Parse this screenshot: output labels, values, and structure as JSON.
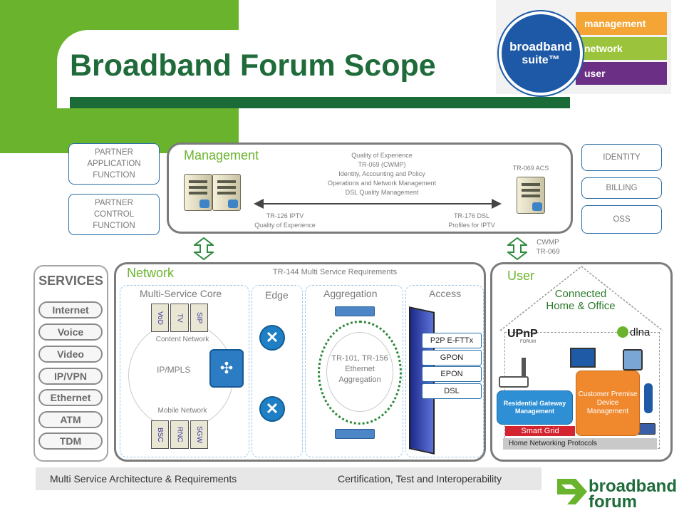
{
  "title": "Broadband Forum Scope",
  "logo_suite": {
    "circle_line1": "broadband",
    "circle_line2": "suite™",
    "bands": [
      "management",
      "network",
      "user"
    ]
  },
  "left_pills": [
    "PARTNER APPLICATION FUNCTION",
    "PARTNER CONTROL FUNCTION"
  ],
  "right_pills": [
    "IDENTITY",
    "BILLING",
    "OSS"
  ],
  "management": {
    "label": "Management",
    "center_text": [
      "Quality of Experience",
      "TR-069 (CWMP)",
      "Identity, Accounting and Policy",
      "Operations and Network Management",
      "DSL Quality Management"
    ],
    "acs_label": "TR-069 ACS",
    "left_note": [
      "TR-126 IPTV",
      "Quality of Experience"
    ],
    "right_note": [
      "TR-176 DSL",
      "Profiles for IPTV"
    ]
  },
  "cwmp_label": [
    "CWMP",
    "TR-069"
  ],
  "services": {
    "title": "SERVICES",
    "items": [
      "Internet",
      "Voice",
      "Video",
      "IP/VPN",
      "Ethernet",
      "ATM",
      "TDM"
    ]
  },
  "network": {
    "label": "Network",
    "requirements": "TR-144  Multi Service Requirements",
    "columns": [
      "Multi-Service Core",
      "Edge",
      "Aggregation",
      "Access"
    ],
    "core_top_items": [
      "VoD",
      "TV",
      "SIP"
    ],
    "content_network": "Content Network",
    "ip_mpls": "IP/MPLS",
    "mobile_network": "Mobile Network",
    "core_bottom_items": [
      "BSC",
      "RNC",
      "SGW"
    ],
    "aggregation_text": [
      "TR-101, TR-156",
      "Ethernet",
      "Aggregation"
    ],
    "access_items": [
      "P2P E-FTTx",
      "GPON",
      "EPON",
      "DSL"
    ]
  },
  "user": {
    "label": "User",
    "house_label": [
      "Connected",
      "Home & Office"
    ],
    "upnp": "UPnP",
    "upnp_sub": "FORUM",
    "dlna": "dlna",
    "rg": "Residential Gateway Management",
    "cpe": "Customer Premise Device Management",
    "smart_grid": "Smart Grid",
    "hnp": "Home Networking Protocols"
  },
  "bottom": {
    "left": "Multi Service Architecture & Requirements",
    "right": "Certification, Test and Interoperability"
  },
  "bbf_logo": [
    "broadband",
    "forum"
  ],
  "colors": {
    "accent_green": "#6ab42d",
    "dark_green": "#1a6b37",
    "blue": "#1d59a6"
  }
}
